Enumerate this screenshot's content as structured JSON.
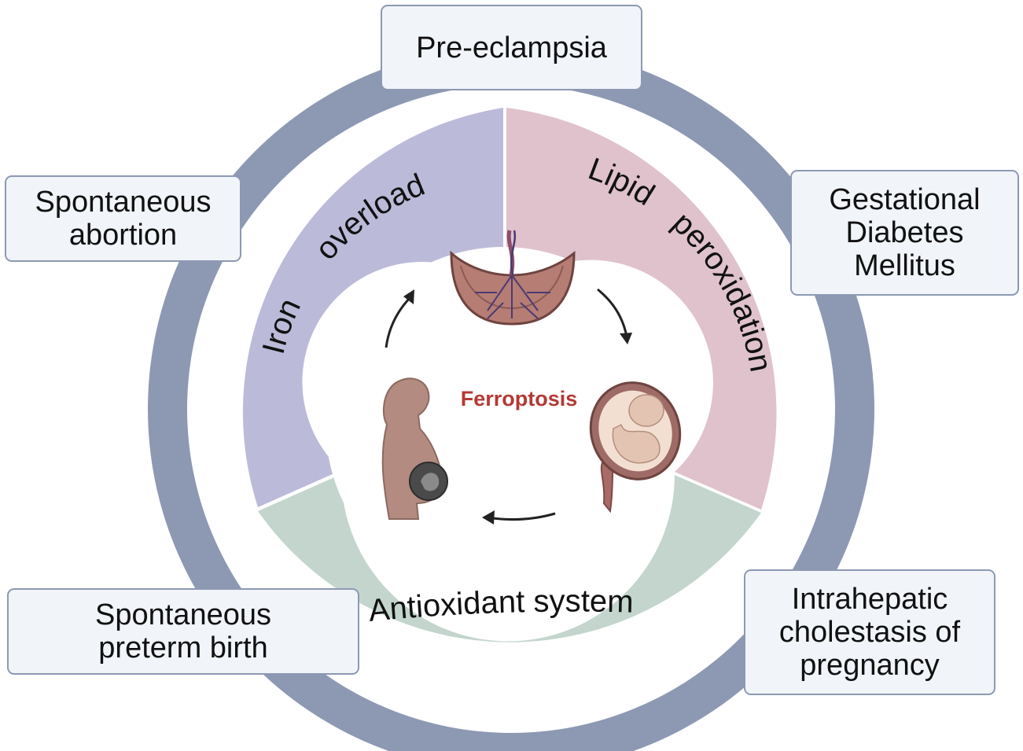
{
  "colors": {
    "outer_ring": "#8d99b3",
    "iron_segment": "#bcbad9",
    "lipid_segment": "#dfc2cc",
    "antioxidant_segment": "#c3d5cd",
    "center_text": "#b33a35",
    "box_fill": "#f1f4f9",
    "box_border": "#8d99b3"
  },
  "center": {
    "label": "Ferroptosis",
    "icons": [
      "placenta-icon",
      "fetus-in-uterus-icon",
      "pregnant-woman-icon"
    ],
    "cycle_arrow_count": 3
  },
  "segments": {
    "iron_overload": {
      "word1": "Iron",
      "word2": "overload"
    },
    "lipid_peroxidation": {
      "word1": "Lipid",
      "word2": "peroxidation"
    },
    "antioxidant_system": {
      "label": "Antioxidant system"
    }
  },
  "conditions": {
    "pre_eclampsia": [
      "Pre-eclampsia"
    ],
    "gestational_diabetes": [
      "Gestational",
      "Diabetes",
      "Mellitus"
    ],
    "spontaneous_abortion": [
      "Spontaneous",
      "abortion"
    ],
    "preterm_birth": [
      "Spontaneous",
      "preterm birth"
    ],
    "cholestasis": [
      "Intrahepatic",
      "cholestasis of",
      "pregnancy"
    ]
  }
}
